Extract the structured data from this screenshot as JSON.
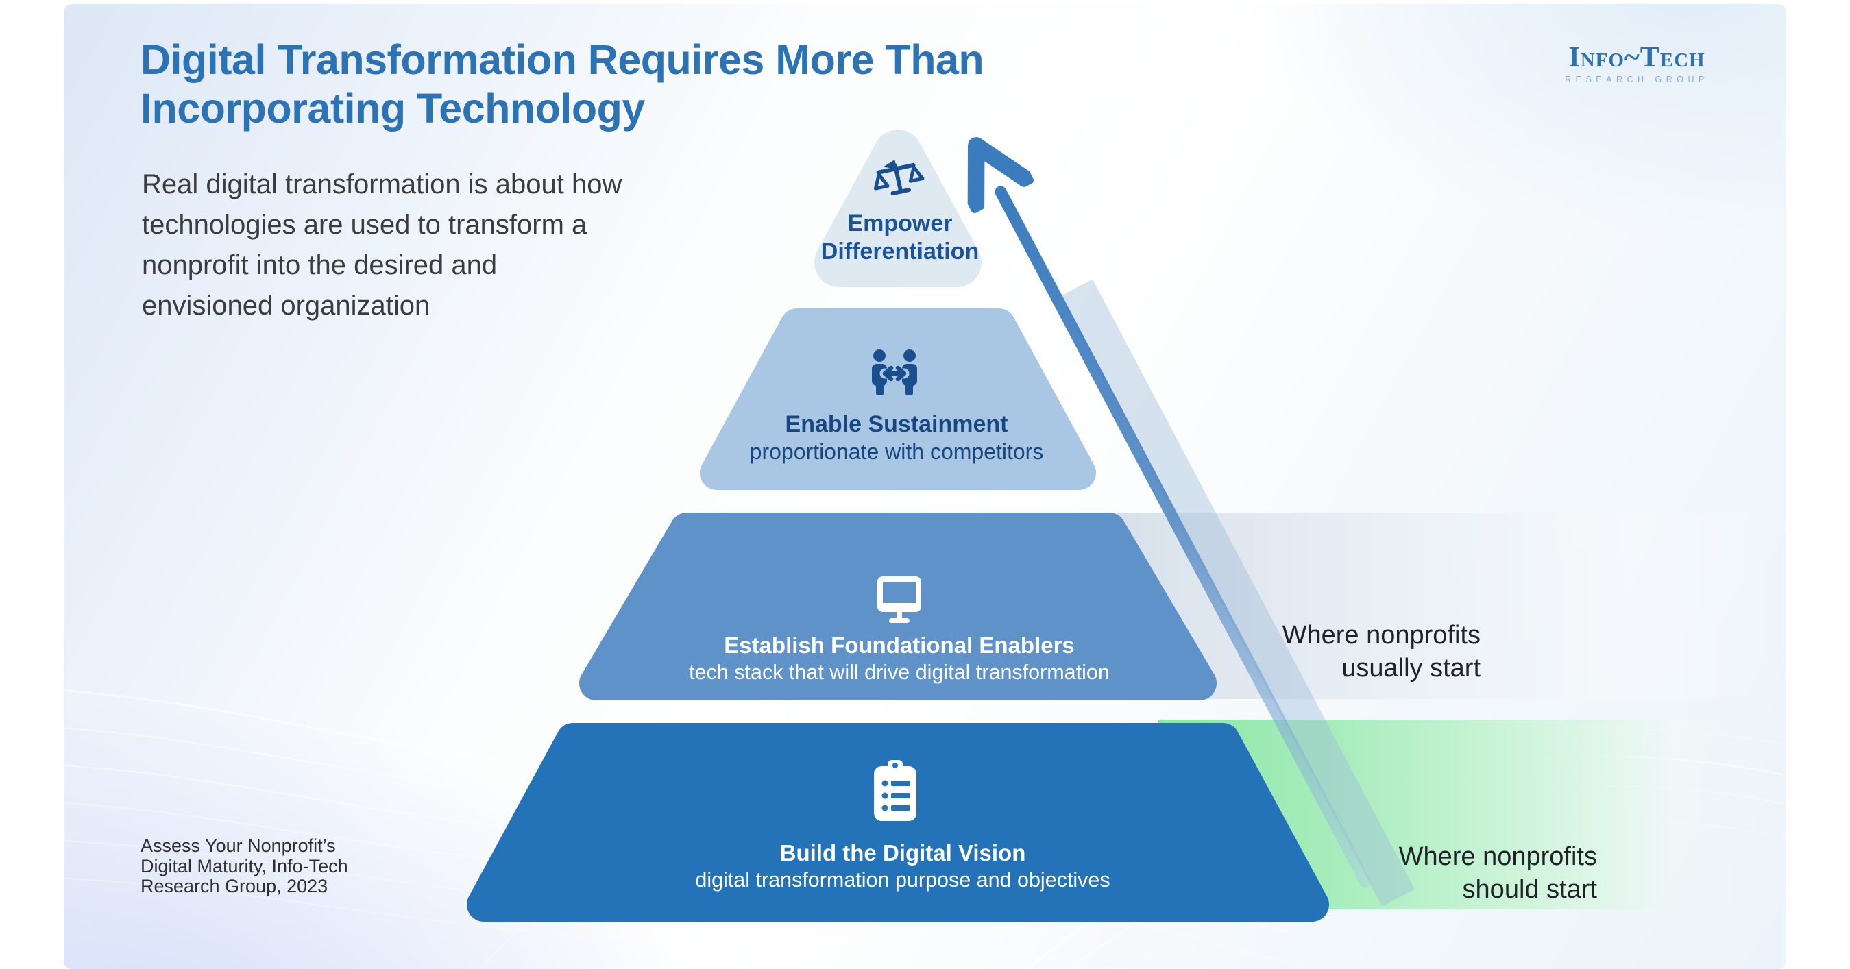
{
  "slide": {
    "title_lines": [
      "Digital Transformation Requires More Than",
      "Incorporating Technology"
    ],
    "intro_lines": [
      "Real digital transformation is about how",
      "technologies are used to transform a",
      "nonprofit into the desired and",
      "envisioned organization"
    ],
    "source_lines": [
      "Assess Your Nonprofit’s",
      "Digital Maturity, Info-Tech",
      "Research Group, 2023"
    ],
    "title_color": "#2c73b6"
  },
  "logo": {
    "name": "Info~Tech",
    "tagline": "RESEARCH GROUP",
    "color": "#2d72ae"
  },
  "pyramid": {
    "levels": [
      {
        "label": "Empower Differentiation",
        "sublabel": "",
        "icon": "scales-icon",
        "fill": "#dfe9f2",
        "text_color": "#1b5496"
      },
      {
        "label": "Enable Sustainment",
        "sublabel": "proportionate with competitors",
        "icon": "people-exchange-icon",
        "fill": "#a9c7e4",
        "text_color": "#17477e"
      },
      {
        "label": "Establish Foundational Enablers",
        "sublabel": "tech stack that will drive digital transformation",
        "icon": "monitor-icon",
        "fill": "#5f92c9",
        "text_color": "#ffffff"
      },
      {
        "label": "Build the Digital Vision",
        "sublabel": "digital transformation purpose and objectives",
        "icon": "clipboard-icon",
        "fill": "#2473b8",
        "text_color": "#ffffff"
      }
    ],
    "arrow_color": "#3b7cbe"
  },
  "annotations": {
    "usually": {
      "lines": [
        "Where nonprofits",
        "usually start"
      ],
      "band_color": "#cfdae5"
    },
    "should": {
      "lines": [
        "Where nonprofits",
        "should start"
      ],
      "band_color": "#8ce7a7"
    }
  }
}
